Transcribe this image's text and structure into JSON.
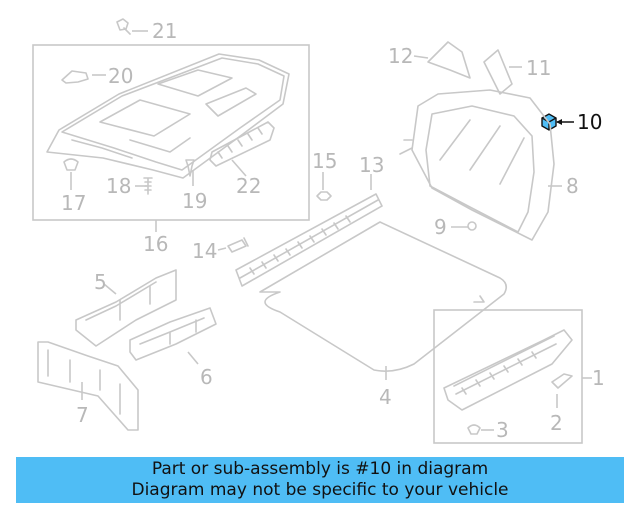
{
  "diagram": {
    "callouts": [
      {
        "id": "1",
        "label": "1"
      },
      {
        "id": "2",
        "label": "2"
      },
      {
        "id": "3",
        "label": "3"
      },
      {
        "id": "4",
        "label": "4"
      },
      {
        "id": "5",
        "label": "5"
      },
      {
        "id": "6",
        "label": "6"
      },
      {
        "id": "7",
        "label": "7"
      },
      {
        "id": "8",
        "label": "8"
      },
      {
        "id": "9",
        "label": "9"
      },
      {
        "id": "10",
        "label": "10"
      },
      {
        "id": "11",
        "label": "11"
      },
      {
        "id": "12",
        "label": "12"
      },
      {
        "id": "13",
        "label": "13"
      },
      {
        "id": "14",
        "label": "14"
      },
      {
        "id": "15",
        "label": "15"
      },
      {
        "id": "16",
        "label": "16"
      },
      {
        "id": "17",
        "label": "17"
      },
      {
        "id": "18",
        "label": "18"
      },
      {
        "id": "19",
        "label": "19"
      },
      {
        "id": "20",
        "label": "20"
      },
      {
        "id": "21",
        "label": "21"
      },
      {
        "id": "22",
        "label": "22"
      }
    ],
    "highlighted_part": "10",
    "highlight_color": "#4fbdf5",
    "line_color": "#c8c8c8"
  },
  "banner": {
    "line1": "Part or sub-assembly is #10 in diagram",
    "line2": "Diagram may not be specific to your vehicle",
    "background": "#4fbdf5"
  }
}
